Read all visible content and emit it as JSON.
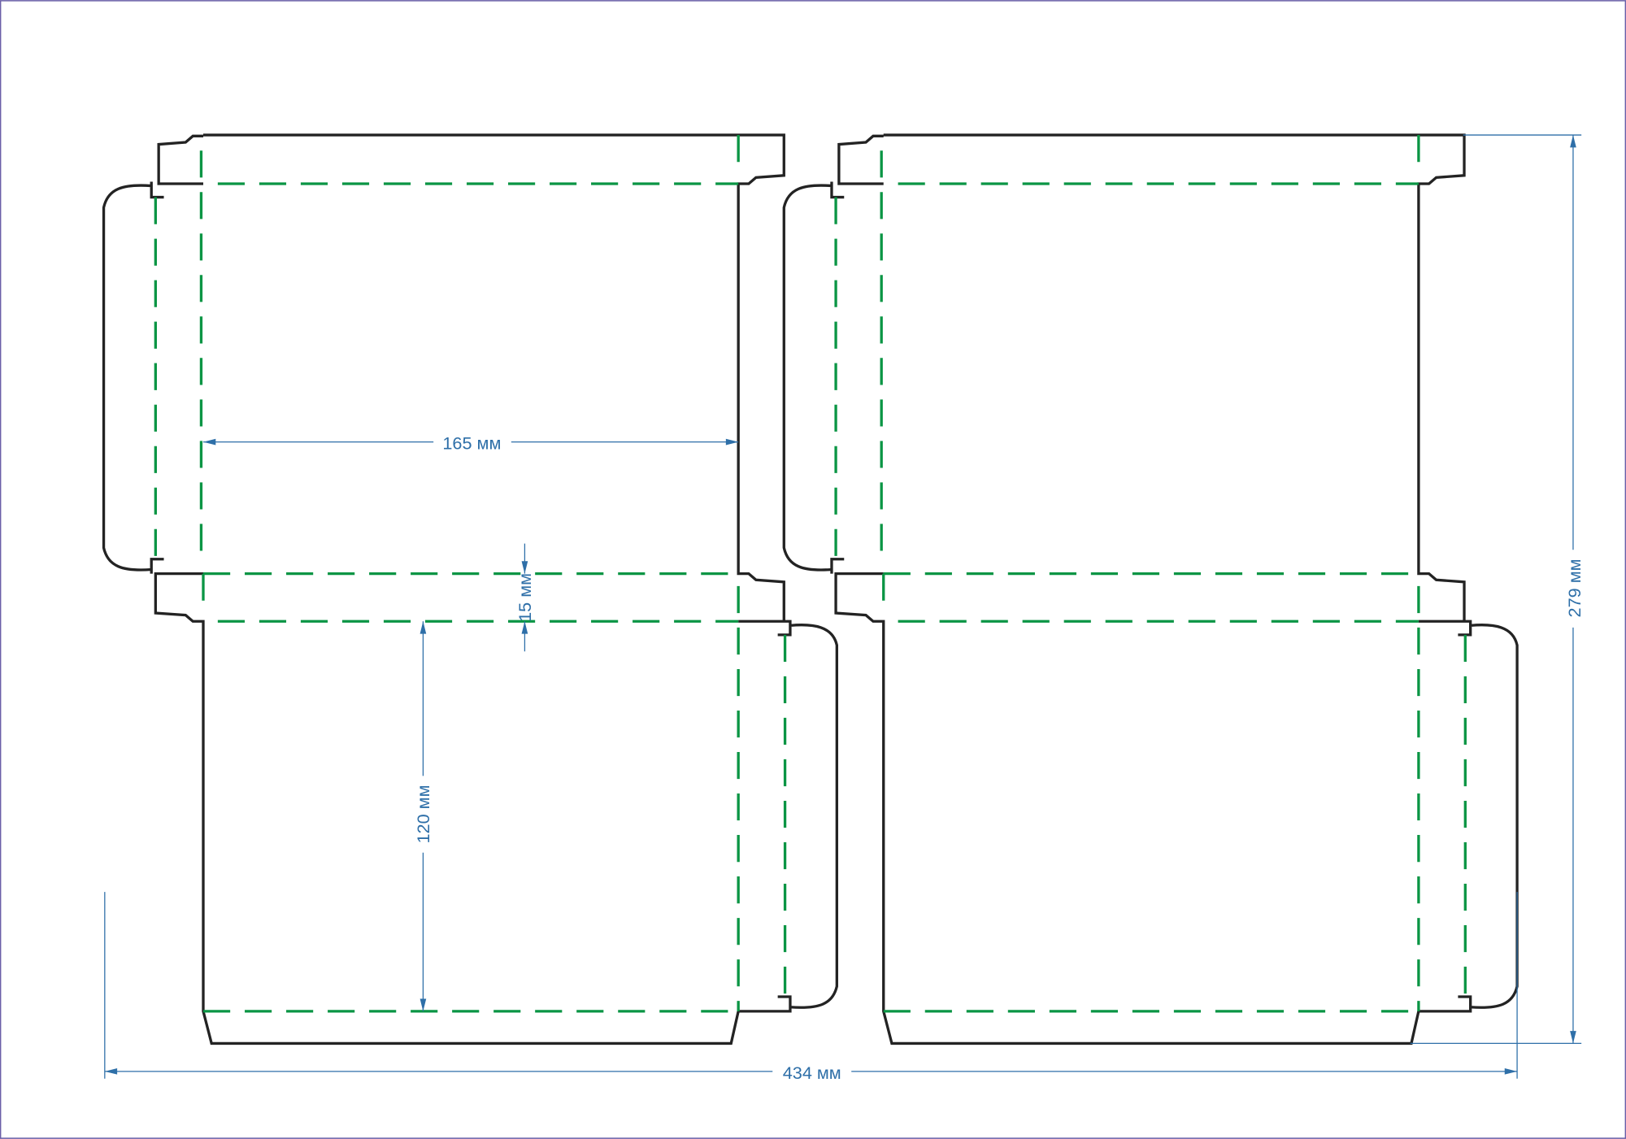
{
  "diagram": {
    "title": "Box dieline, two panels",
    "colors": {
      "cut": "#232323",
      "fold": "#0a9544",
      "dimension": "#2e6fa8"
    },
    "dimensions": {
      "width_panel": "165 мм",
      "flap_depth": "15 мм",
      "panel_height": "120 мм",
      "total_height": "279 мм",
      "total_width": "434 мм"
    }
  }
}
